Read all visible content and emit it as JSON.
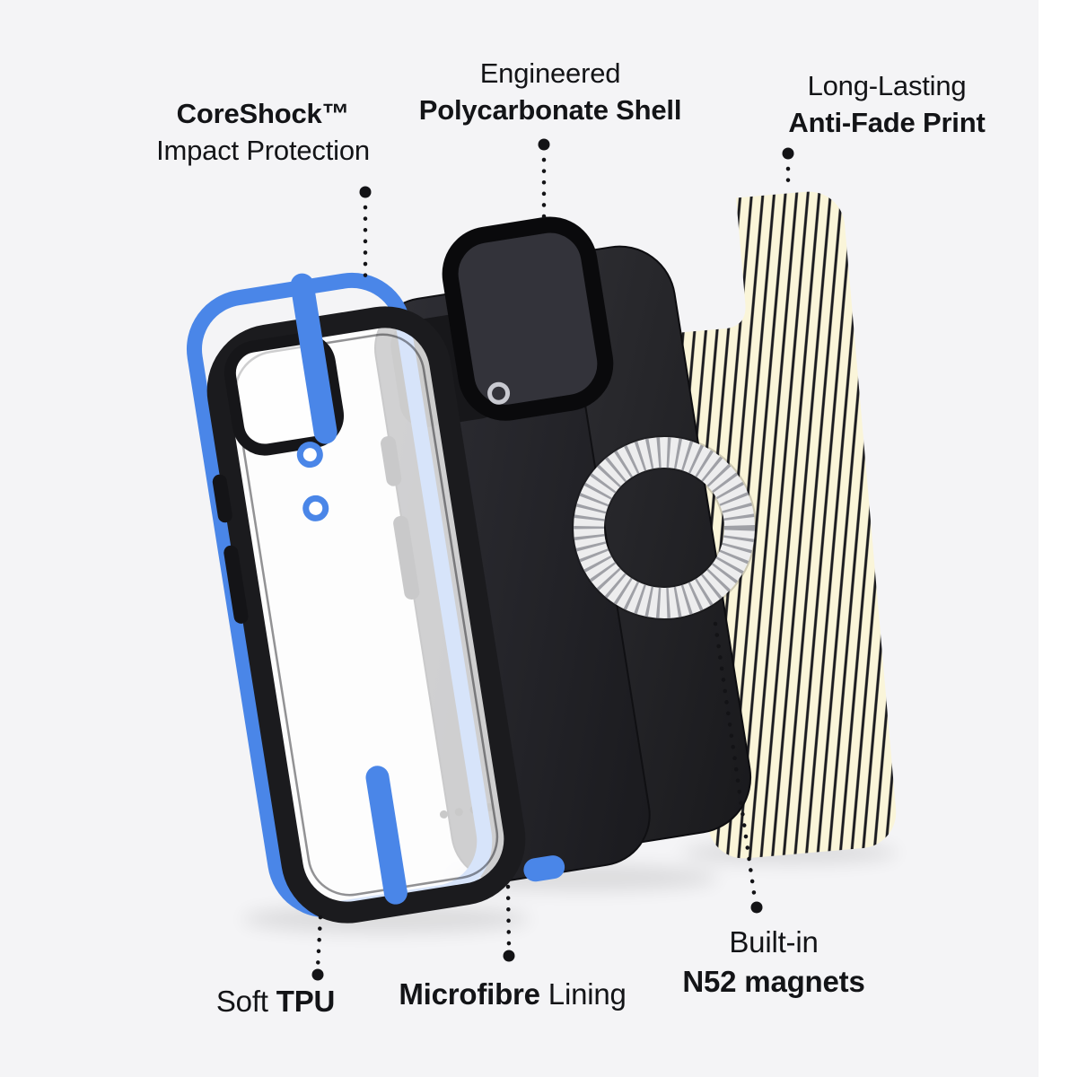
{
  "page": {
    "background": "#f4f4f6",
    "gutter_color": "#ffffff"
  },
  "palette": {
    "accent_blue": "#4a86e8",
    "case_black": "#1b1b1e",
    "shell_dark": "#232327",
    "lining_dark": "#2e2e33",
    "stripe_cream": "#faf5d9",
    "stripe_black": "#1b1b1f",
    "magnet_ring_silver": "#ededee",
    "text": "#131417"
  },
  "callouts": {
    "coreshock": {
      "title": "CoreShock™",
      "subtitle": "Impact Protection"
    },
    "shell": {
      "eyebrow": "Engineered",
      "title": "Polycarbonate Shell"
    },
    "print": {
      "eyebrow": "Long-Lasting",
      "title": "Anti-Fade Print"
    },
    "tpu": {
      "eyebrow": "Soft ",
      "title": "TPU"
    },
    "lining": {
      "title": "Microfibre",
      "suffix": " Lining"
    },
    "magnets": {
      "eyebrow": "Built-in",
      "title": "N52 magnets"
    }
  },
  "parts": {
    "bumper_case": "clear-back-bumper-case",
    "inner_frame": "blue-tpu-inner-frame",
    "lining_layer": "microfibre-lining-layer",
    "shell": "polycarbonate-shell",
    "camera_ring": "camera-opening-ring",
    "magnet_ring": "n52-magnet-ring",
    "print_plate": "anti-fade-print-plate"
  }
}
